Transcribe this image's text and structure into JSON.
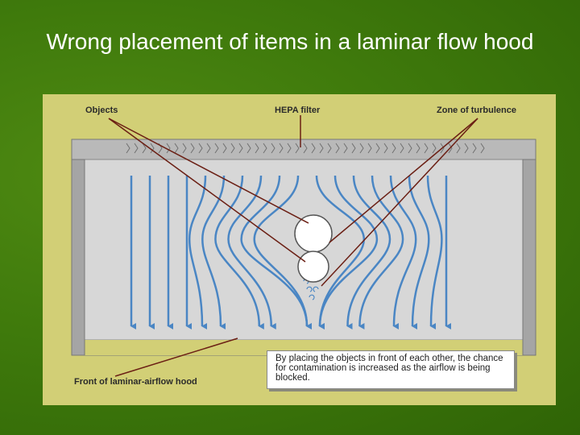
{
  "slide": {
    "title": "Wrong placement of items in a laminar flow hood"
  },
  "diagram": {
    "labels": {
      "objects": "Objects",
      "hepa_filter": "HEPA filter",
      "zone_of_turbulence": "Zone of turbulence",
      "front_of_hood": "Front of laminar-airflow hood"
    },
    "caption": "By placing the objects in front of each other, the chance for contamination is increased as the airflow is being blocked.",
    "colors": {
      "background": "#d2cf76",
      "hood_frame": "#9a9a9a",
      "hood_interior": "#d7d7d7",
      "airflow": "#4a86c4",
      "leader_lines": "#6b1f14"
    }
  }
}
